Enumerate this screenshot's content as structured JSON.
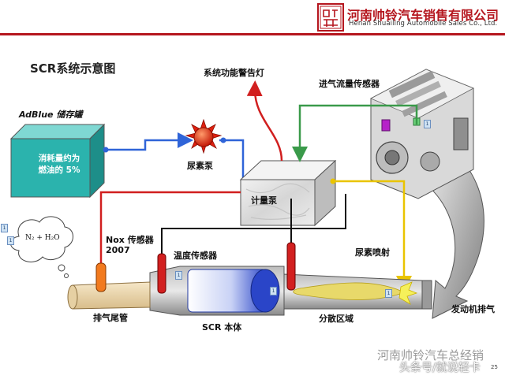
{
  "header": {
    "company_cn": "河南帅铃汽车销售有限公司",
    "company_en": "Henan Shuailing Automobile Sales Co., Ltd.",
    "accent_color": "#b5161e"
  },
  "title": "SCR系统示意图",
  "labels": {
    "warning_lamp": "系统功能警告灯",
    "air_flow_sensor": "进气流量传感器",
    "adblue_tank": "AdBlue 储存罐",
    "tank_note": "消耗量约为\n燃油的 5%",
    "urea_pump": "尿素泵",
    "metering_pump": "计量泵",
    "nox_sensor": "Nox 传感器\n2007",
    "temp_sensor": "温度传感器",
    "urea_injection": "尿素喷射",
    "tailpipe": "排气尾管",
    "scr_body": "SCR 本体",
    "dispersion_zone": "分散区域",
    "engine_exhaust": "发动机排气",
    "bubble_formula": "N₂ + H₂O"
  },
  "tag_marker": "1",
  "watermark": {
    "line1": "河南帅铃汽车总经销",
    "line2": "头条号/就说轻卡"
  },
  "page_number": "25",
  "colors": {
    "tank": "#2bb3ad",
    "blue_line": "#2f64d8",
    "red_line": "#d11f1f",
    "green_line": "#3a9a4a",
    "yellow_line": "#e9c400",
    "exhaust_gray": "#8c8c8c",
    "scr_blue": "#2a45c8",
    "pump_red": "#e02010"
  }
}
